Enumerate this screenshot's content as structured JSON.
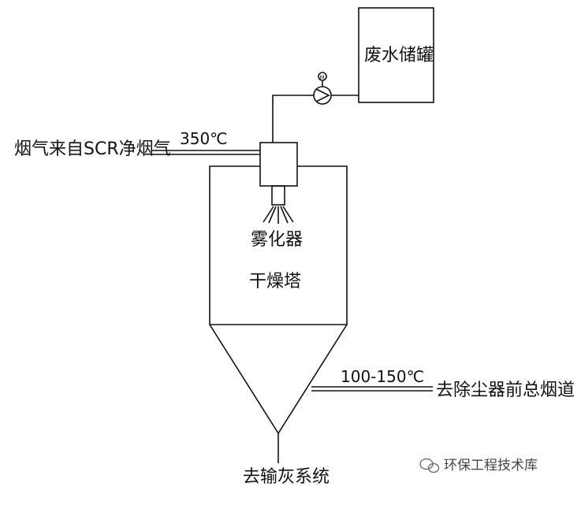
{
  "labels": {
    "tank": "废水储罐",
    "flue_gas_in": "烟气来自SCR净烟气",
    "inlet_temp": "350℃",
    "atomizer": "雾化器",
    "dryer": "干燥塔",
    "outlet_temp": "100-150℃",
    "flue_gas_out": "去除尘器前总烟道",
    "ash_out": "去输灰系统",
    "watermark": "环保工程技术库"
  },
  "colors": {
    "line": "#111111",
    "background": "#ffffff",
    "watermark": "#444444"
  }
}
